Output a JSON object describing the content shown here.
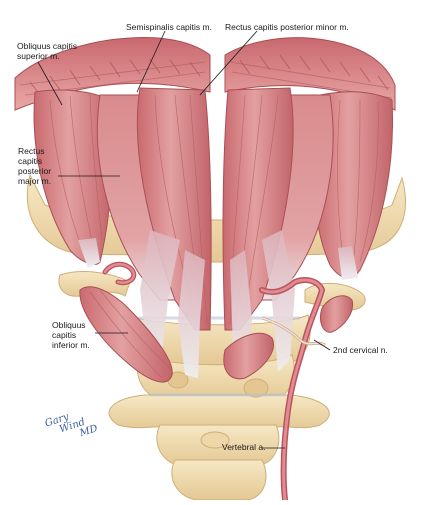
{
  "figure": {
    "labels": {
      "semispinalis": "Semispinalis capitis m.",
      "rectus_minor": "Rectus capitis posterior minor m.",
      "obliquus_superior": [
        "Obliquus capitis",
        "superior m."
      ],
      "rectus_major": [
        "Rectus",
        "capitis",
        "posterior",
        "major m."
      ],
      "obliquus_inferior": [
        "Obliquus",
        "capitis",
        "inferior m."
      ],
      "cervical_nerve": "2nd cervical n.",
      "vertebral_artery": "Vertebral a."
    },
    "signature": [
      "Gary",
      "Wind",
      "MD"
    ],
    "colors": {
      "muscle": "#d98b8c",
      "muscle_dark": "#b7585c",
      "tendon": "#e7e5ea",
      "bone": "#f2e0b6",
      "bone_shadow": "#d8bf8a",
      "artery": "#d47278",
      "nerve": "#e8d6c8",
      "leader_line": "#1a1a1a"
    }
  }
}
